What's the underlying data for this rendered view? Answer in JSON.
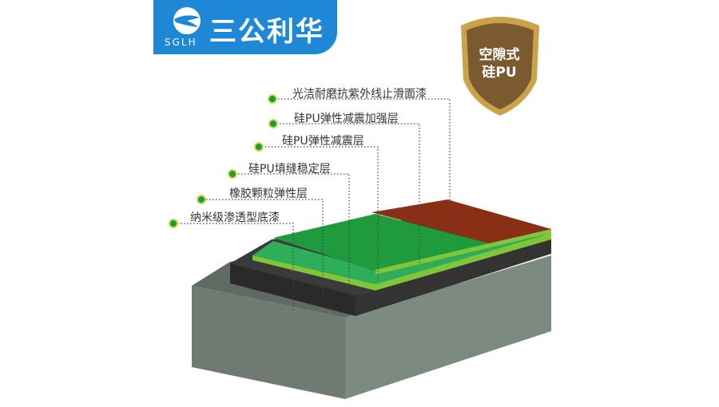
{
  "brand": {
    "name": "三公利华",
    "abbr": "SGLH"
  },
  "badge": {
    "line1": "空隙式",
    "line2": "硅PU"
  },
  "layers": [
    {
      "label": "光洁耐磨抗紫外线止滑面漆"
    },
    {
      "label": "硅PU弹性减震加强层"
    },
    {
      "label": "硅PU弹性减震层"
    },
    {
      "label": "硅PU填缝稳定层"
    },
    {
      "label": "橡胶颗粒弹性层"
    },
    {
      "label": "纳米级渗透型底漆"
    }
  ],
  "colors": {
    "brand": "#1e88d6",
    "topcoat": "#8b2e16",
    "green": "#1f9a3c",
    "accent": "#7fc63b",
    "shield": "#8a6a3a"
  }
}
